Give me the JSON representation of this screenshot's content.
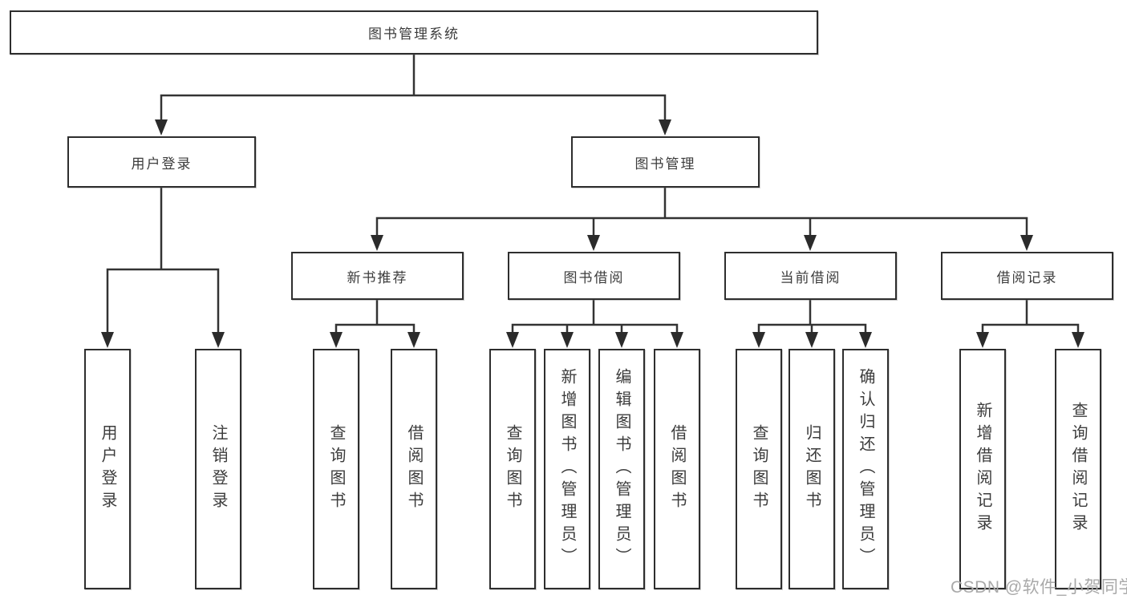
{
  "diagram": {
    "root": "图书管理系统",
    "branches": [
      {
        "label": "用户登录",
        "children": [
          "用户登录",
          "注销登录"
        ]
      },
      {
        "label": "图书管理",
        "children": [
          {
            "label": "新书推荐",
            "children": [
              "查询图书",
              "借阅图书"
            ]
          },
          {
            "label": "图书借阅",
            "children": [
              "查询图书",
              "新增图书（管理员）",
              "编辑图书（管理员）",
              "借阅图书"
            ]
          },
          {
            "label": "当前借阅",
            "children": [
              "查询图书",
              "归还图书",
              "确认归还（管理员）"
            ]
          },
          {
            "label": "借阅记录",
            "children": [
              "新增借阅记录",
              "查询借阅记录"
            ]
          }
        ]
      }
    ]
  },
  "watermark": "CSDN @软件_小贺同学",
  "colors": {
    "line": "#333333",
    "box_border": "#2e2e2e",
    "text": "#3c3c3c",
    "watermark": "#a9a9a9",
    "background": "#ffffff"
  }
}
